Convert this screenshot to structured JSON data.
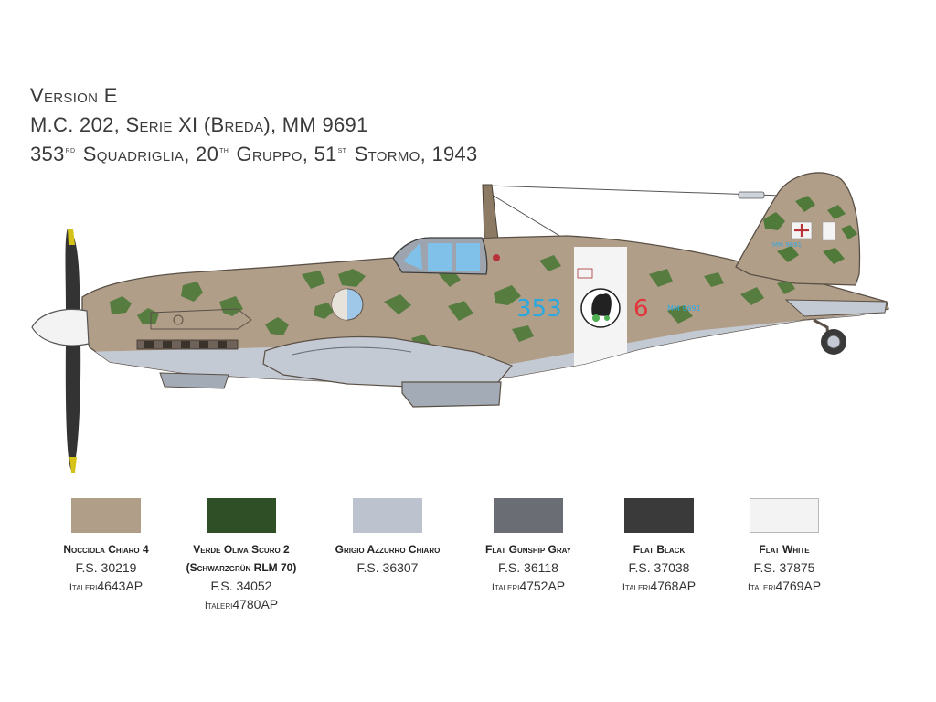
{
  "header": {
    "line1": "Version E",
    "line2": "M.C. 202, Serie XI (Breda), MM 9691",
    "line3": {
      "a": "353",
      "a_sup": "rd",
      "b": " Squadriglia, 20",
      "b_sup": "th",
      "c": " Gruppo, 51",
      "c_sup": "st",
      "d": " Stormo, 1943"
    }
  },
  "markings": {
    "fuselage_number": "353",
    "fuselage_code": "6",
    "tail_serial": "MM 9691"
  },
  "colors": [
    {
      "name": "Nocciola Chiaro 4",
      "fs": "F.S. 30219",
      "brand": "Italeri",
      "code": "4643AP",
      "hex": "#b19e89"
    },
    {
      "name": "Verde Oliva Scuro 2",
      "name2": "(Schwarzgrün RLM 70)",
      "fs": "F.S. 34052",
      "brand": "Italeri",
      "code": "4780AP",
      "hex": "#2f4f27"
    },
    {
      "name": "Grigio Azzurro Chiaro",
      "fs": "F.S. 36307",
      "brand": "",
      "code": "",
      "hex": "#bcc3cf"
    },
    {
      "name": "Flat Gunship Gray",
      "fs": "F.S. 36118",
      "brand": "Italeri",
      "code": "4752AP",
      "hex": "#6a6d73"
    },
    {
      "name": "Flat Black",
      "fs": "F.S. 37038",
      "brand": "Italeri",
      "code": "4768AP",
      "hex": "#3a3a3a"
    },
    {
      "name": "Flat White",
      "fs": "F.S. 37875",
      "brand": "Italeri",
      "code": "4769AP",
      "hex": "#f3f3f3"
    }
  ]
}
